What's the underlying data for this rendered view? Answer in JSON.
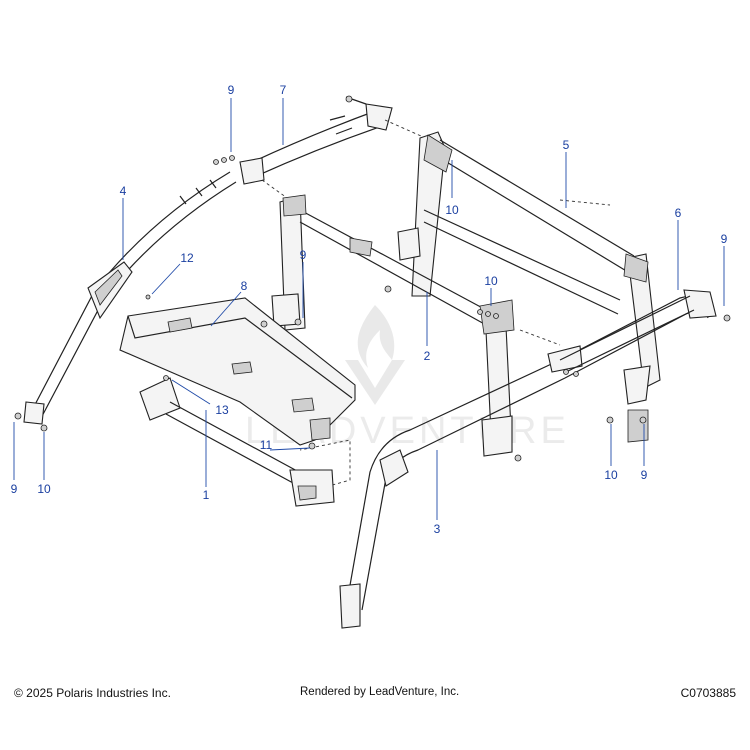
{
  "diagram": {
    "watermark_text": "LEADVENTURE",
    "callouts": [
      {
        "id": "c9a",
        "label": "9"
      },
      {
        "id": "c7",
        "label": "7"
      },
      {
        "id": "c4",
        "label": "4"
      },
      {
        "id": "c12",
        "label": "12"
      },
      {
        "id": "c8",
        "label": "8"
      },
      {
        "id": "c9b",
        "label": "9"
      },
      {
        "id": "c10a",
        "label": "10"
      },
      {
        "id": "c5",
        "label": "5"
      },
      {
        "id": "c6",
        "label": "6"
      },
      {
        "id": "c9c",
        "label": "9"
      },
      {
        "id": "c10b",
        "label": "10"
      },
      {
        "id": "c2",
        "label": "2"
      },
      {
        "id": "c13",
        "label": "13"
      },
      {
        "id": "c11",
        "label": "11"
      },
      {
        "id": "c1",
        "label": "1"
      },
      {
        "id": "c3",
        "label": "3"
      },
      {
        "id": "c9d",
        "label": "9"
      },
      {
        "id": "c10c",
        "label": "10"
      },
      {
        "id": "c10d",
        "label": "10"
      },
      {
        "id": "c9e",
        "label": "9"
      }
    ]
  },
  "footer": {
    "copyright": "© 2025 Polaris Industries Inc.",
    "rendered_by": "Rendered by LeadVenture, Inc.",
    "diagram_code": "C0703885"
  }
}
